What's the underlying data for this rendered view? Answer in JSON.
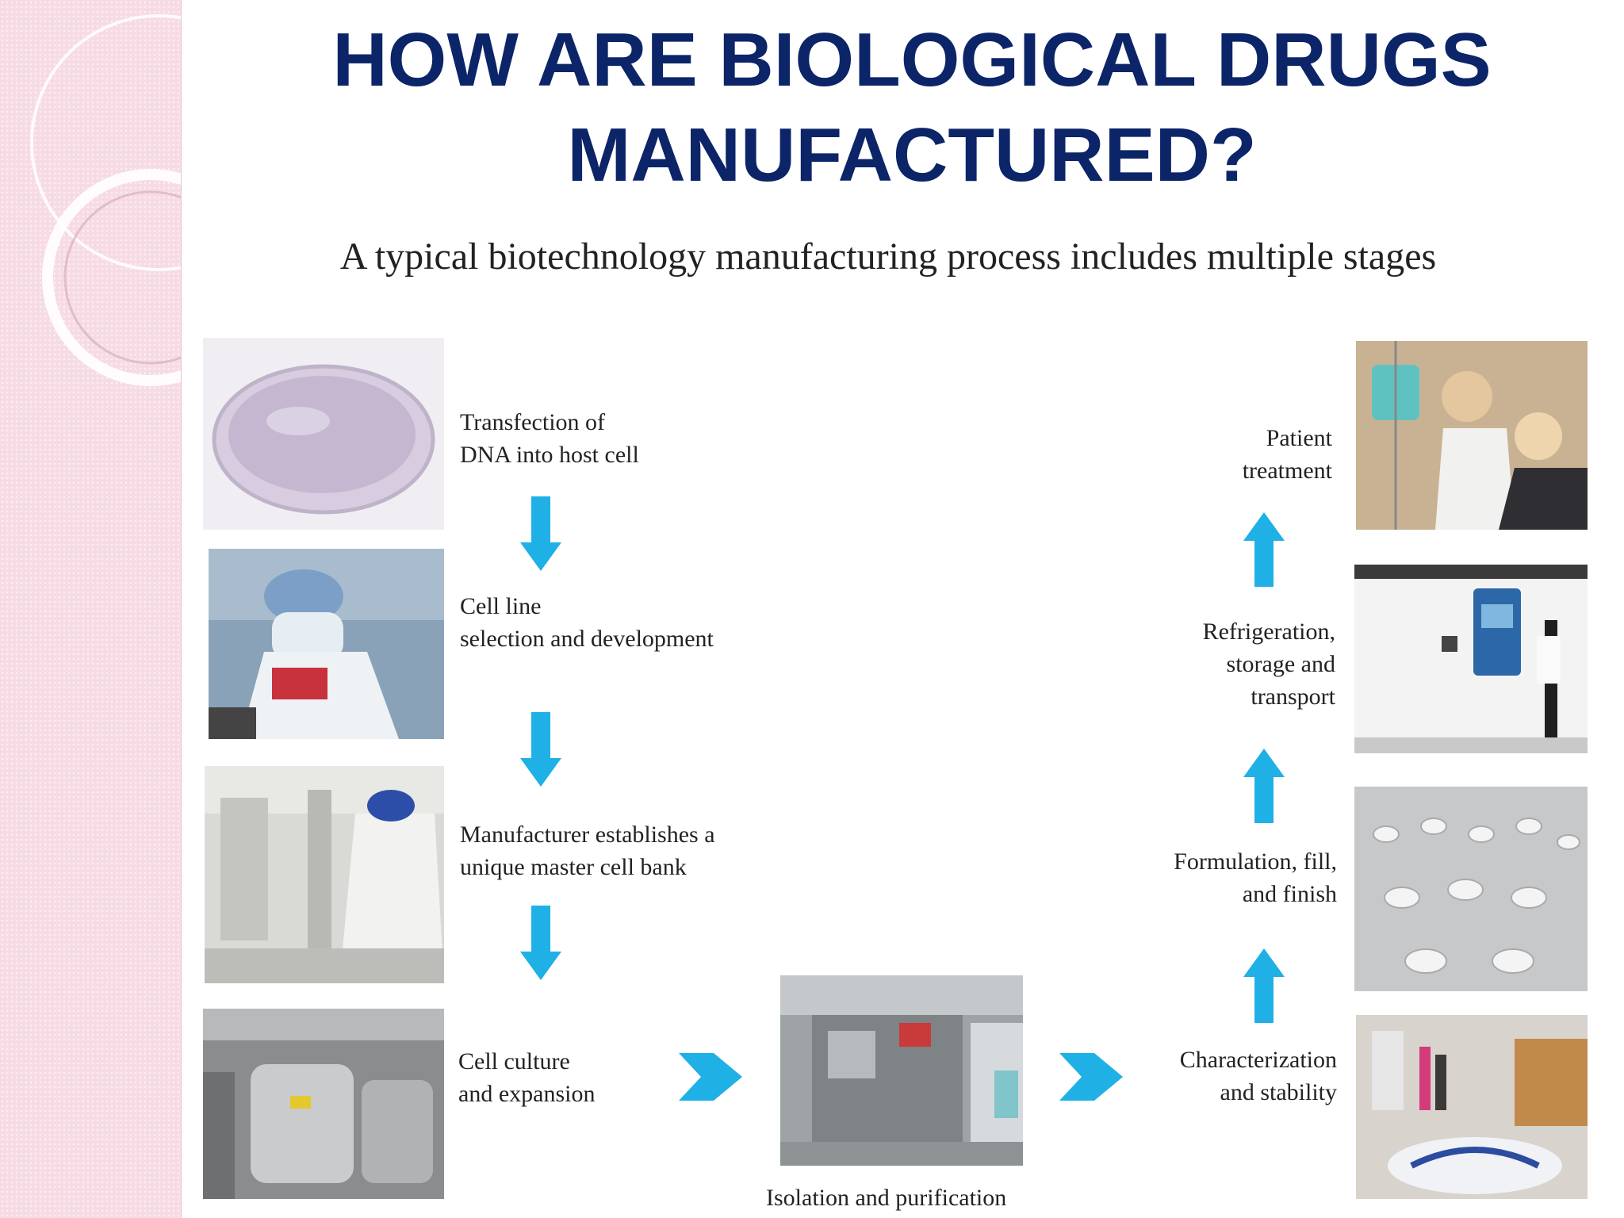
{
  "slide": {
    "title": "HOW ARE BIOLOGICAL DRUGS MANUFACTURED?",
    "subtitle": "A typical biotechnology manufacturing process includes multiple stages"
  },
  "stages": [
    {
      "id": "transfection",
      "label": "Transfection of\nDNA into host cell",
      "photo": "petri-dish-photo"
    },
    {
      "id": "cell-line",
      "label": "Cell line\nselection and development",
      "photo": "lab-scientist-photo"
    },
    {
      "id": "master-cell-bank",
      "label": "Manufacturer establishes a\nunique master cell bank",
      "photo": "cell-bank-lab-photo"
    },
    {
      "id": "cell-culture",
      "label": "Cell culture\nand expansion",
      "photo": "bioreactor-photo"
    },
    {
      "id": "isolation",
      "label": "Isolation and purification",
      "photo": "purification-equipment-photo"
    },
    {
      "id": "characterization",
      "label": "Characterization\nand stability",
      "photo": "analysis-lab-photo"
    },
    {
      "id": "formulation",
      "label": "Formulation, fill,\nand finish",
      "photo": "vials-photo"
    },
    {
      "id": "refrigeration",
      "label": "Refrigeration,\nstorage and\ntransport",
      "photo": "cold-storage-photo"
    },
    {
      "id": "patient",
      "label": "Patient\ntreatment",
      "photo": "patient-treatment-photo"
    }
  ],
  "colors": {
    "title": "#0c2468",
    "arrow": "#1fb0e6",
    "sidebar": "#f7dbe4"
  }
}
